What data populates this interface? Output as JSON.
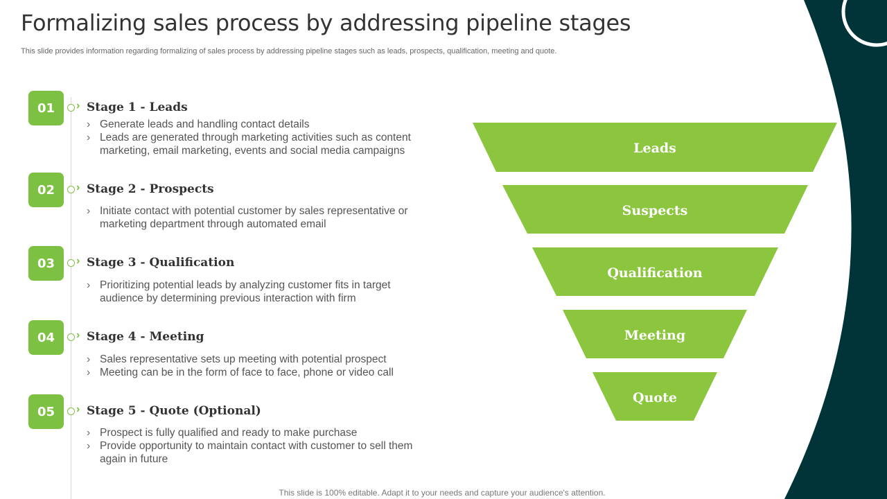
{
  "title": "Formalizing sales process by addressing pipeline stages",
  "subtitle": "This slide provides information regarding formalizing of sales process by addressing pipeline stages such as leads, prospects, qualification, meeting and quote.",
  "colors": {
    "accent": "#7dc142",
    "funnel": "#8cc63f",
    "dark": "#003439"
  },
  "stages": [
    {
      "number": "01",
      "title": "Stage 1 - Leads",
      "bullets": [
        "Generate leads and handling contact details",
        "Leads are generated through  marketing activities such as content marketing, email marketing, events and social media campaigns"
      ]
    },
    {
      "number": "02",
      "title": "Stage 2 - Prospects",
      "bullets": [
        "Initiate contact with potential customer by sales representative or marketing department through automated email"
      ]
    },
    {
      "number": "03",
      "title": "Stage 3 - Qualification",
      "bullets": [
        "Prioritizing potential leads by analyzing  customer fits in target audience by determining previous interaction with firm"
      ]
    },
    {
      "number": "04",
      "title": "Stage 4 - Meeting",
      "bullets": [
        "Sales representative  sets up meeting with potential prospect",
        "Meeting can be in the form of face to face, phone or video call"
      ]
    },
    {
      "number": "05",
      "title": "Stage 5 - Quote (Optional)",
      "bullets": [
        "Prospect is fully  qualified and ready to make purchase",
        "Provide opportunity  to maintain contact with customer to sell them again in future"
      ]
    }
  ],
  "funnel": [
    "Leads",
    "Suspects",
    "Qualification",
    "Meeting",
    "Quote"
  ],
  "footer": "This slide is 100% editable. Adapt it to your needs and capture your audience's attention."
}
